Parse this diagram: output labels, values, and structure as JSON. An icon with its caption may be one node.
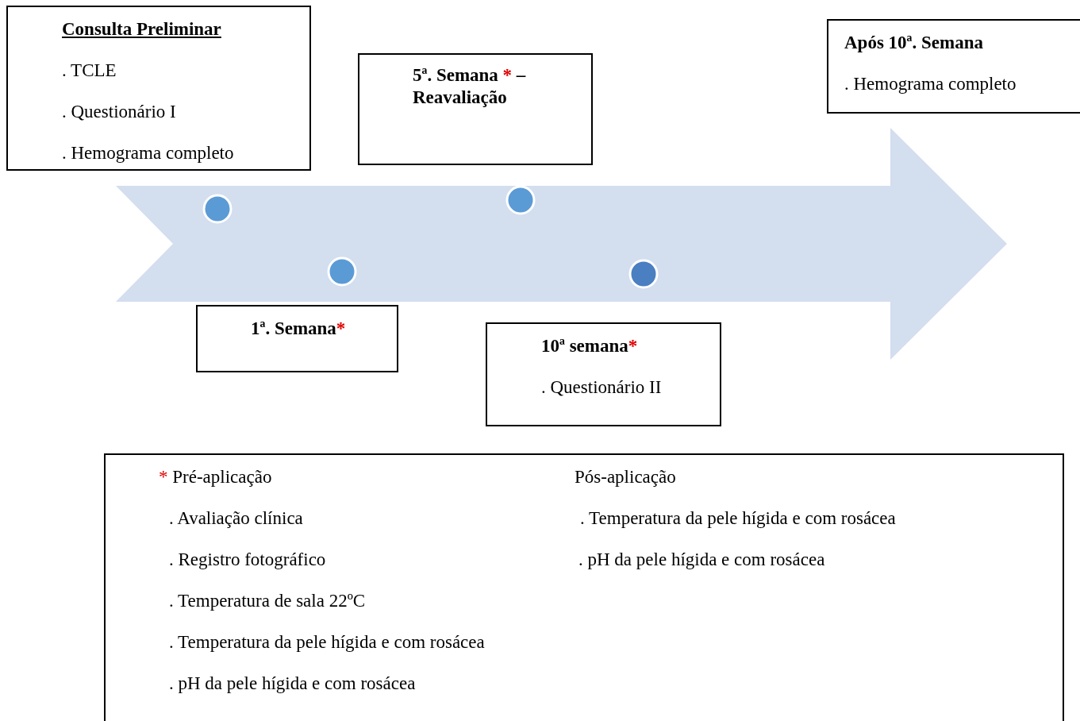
{
  "diagram": {
    "nodes": [
      {
        "text": [
          "Consulta Preliminar",
          ". TCLE",
          ". Questionário I",
          ". Hemograma completo"
        ]
      },
      {
        "text": [
          "5ª. Semana * – Reavaliação"
        ]
      },
      {
        "text": [
          "Após 10ª. Semana",
          ". Hemograma completo"
        ]
      },
      {
        "text": [
          "1ª. Semana*"
        ]
      },
      {
        "text": [
          "10ª semana*",
          ". Questionário II"
        ]
      },
      {
        "text": [
          "* Pré-aplicação",
          ". Avaliação clínica",
          ". Registro fotográfico",
          ". Temperatura de sala 22ºC",
          ". Temperatura da pele hígida e com rosácea",
          ". pH da pele hígida e com rosácea",
          "Pós-aplicação",
          ". Temperatura da pele hígida e com rosácea",
          ". pH da pele hígida e com rosácea"
        ]
      },
      {
        "text": [],
        "shape": "arrow"
      }
    ]
  }
}
